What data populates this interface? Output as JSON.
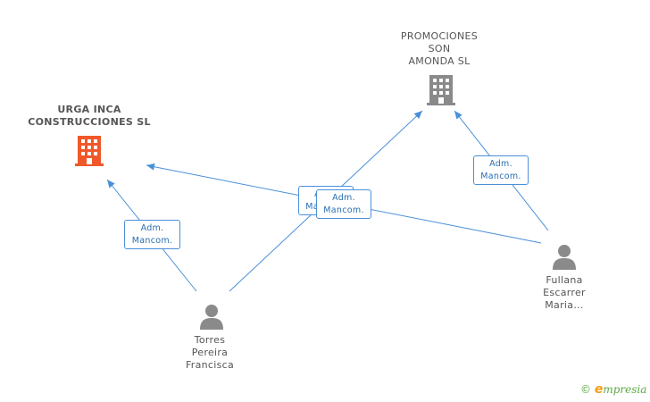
{
  "companies": [
    {
      "id": "urga",
      "name_lines": [
        "URGA INCA",
        "CONSTRUCCIONES SL"
      ],
      "color": "#f0582a",
      "main": true
    },
    {
      "id": "promo",
      "name_lines": [
        "PROMOCIONES",
        "SON",
        "AMONDA SL"
      ],
      "color": "#8a8a8a",
      "main": false
    }
  ],
  "persons": [
    {
      "id": "torres",
      "name_lines": [
        "Torres",
        "Pereira",
        "Francisca"
      ]
    },
    {
      "id": "fullana",
      "name_lines": [
        "Fullana",
        "Escarrer",
        "Maria..."
      ]
    }
  ],
  "roles": [
    {
      "id": "r1",
      "lines": [
        "Adm.",
        "Mancom."
      ]
    },
    {
      "id": "r2",
      "lines": [
        "Adm.",
        "Mancom."
      ]
    },
    {
      "id": "r3",
      "lines": [
        "Adm.",
        "Mancom."
      ]
    },
    {
      "id": "r4",
      "lines": [
        "Adm.",
        "Mancom."
      ]
    }
  ],
  "edge_color": "#4a90d9",
  "brand": {
    "copyright": "©",
    "e": "e",
    "rest": "mpresia"
  }
}
